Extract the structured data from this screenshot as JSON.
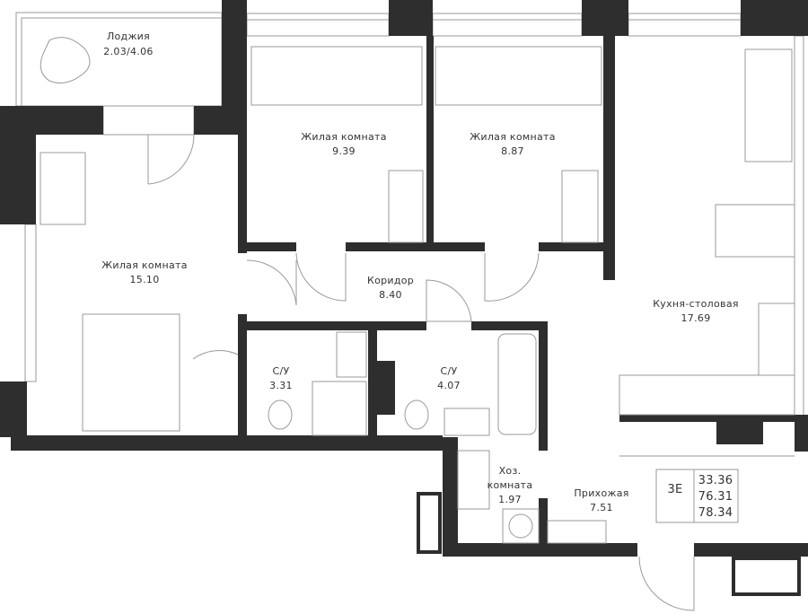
{
  "plan": {
    "rooms": [
      {
        "name": "Лоджия",
        "area": "2.03/4.06"
      },
      {
        "name": "Жилая комната",
        "area": "9.39"
      },
      {
        "name": "Жилая комната",
        "area": "8.87"
      },
      {
        "name": "Жилая комната",
        "area": "15.10"
      },
      {
        "name": "Коридор",
        "area": "8.40"
      },
      {
        "name": "Кухня-столовая",
        "area": "17.69"
      },
      {
        "name": "С/У",
        "area": "3.31"
      },
      {
        "name": "С/У",
        "area": "4.07"
      },
      {
        "name_line1": "Хоз.",
        "name_line2": "комната",
        "area": "1.97"
      },
      {
        "name": "Прихожая",
        "area": "7.51"
      }
    ],
    "summary": {
      "type": "3E",
      "living_area": "33.36",
      "total_area": "76.31",
      "total_with_loggia": "78.34"
    }
  }
}
